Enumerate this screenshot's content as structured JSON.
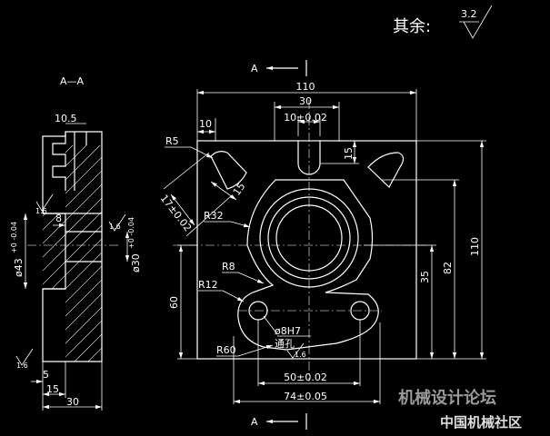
{
  "roughness_note": {
    "label": "其余:",
    "value": "3.2"
  },
  "views": {
    "section_label": "A—A",
    "section_arrow_top": "A",
    "section_arrow_bottom": "A"
  },
  "section_view": {
    "dims": {
      "top_width": "10.5",
      "bore_len": "8",
      "bore_dia_main": "ø43",
      "bore_dia_tol": "+0 -0.04",
      "shaft_dia_main": "ø30",
      "shaft_dia_tol": "+0 -0.04",
      "step": "5",
      "width_15": "15",
      "width_30": "30"
    },
    "roughness": [
      "1.6",
      "1.6",
      "1.6"
    ]
  },
  "front_view": {
    "dims": {
      "overall_width": "110",
      "slot_span": "30",
      "slot_width": "10±0.02",
      "left_offset": "10",
      "slot_depth": "15",
      "overall_height": "110",
      "height_82": "82",
      "height_35": "35",
      "height_60": "60",
      "hole_spacing": "50±0.02",
      "base_width": "74±0.05",
      "hole_dia": "ø8H7",
      "hole_note": "通孔",
      "pocket_dist": "15",
      "pocket_diag": "17±0.02",
      "hole_roughness": "1.6"
    },
    "radii": [
      "R5",
      "R32",
      "R8",
      "R12",
      "R60"
    ]
  },
  "watermark": {
    "line1": "机械设计论坛",
    "line2": "中国机械社区"
  }
}
